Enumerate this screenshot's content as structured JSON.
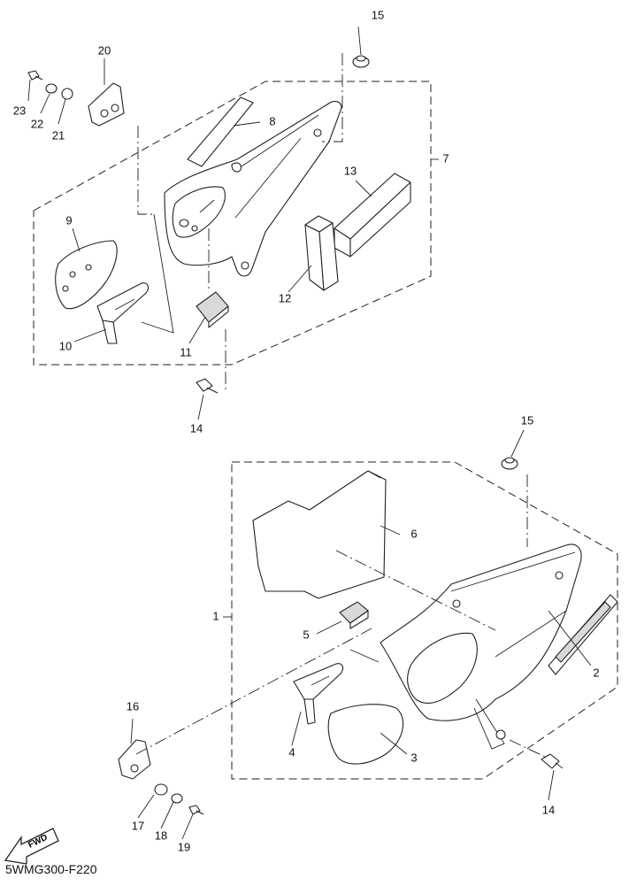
{
  "diagram": {
    "code": "5WMG300-F220",
    "fwd_label": "FWD",
    "callouts": {
      "c1": "1",
      "c2": "2",
      "c3": "3",
      "c4": "4",
      "c5": "5",
      "c6": "6",
      "c7": "7",
      "c8": "8",
      "c9": "9",
      "c10": "10",
      "c11": "11",
      "c12": "12",
      "c13": "13",
      "c14a": "14",
      "c14b": "14",
      "c15a": "15",
      "c15b": "15",
      "c16": "16",
      "c17": "17",
      "c18": "18",
      "c19": "19",
      "c20": "20",
      "c21": "21",
      "c22": "22",
      "c23": "23"
    }
  }
}
